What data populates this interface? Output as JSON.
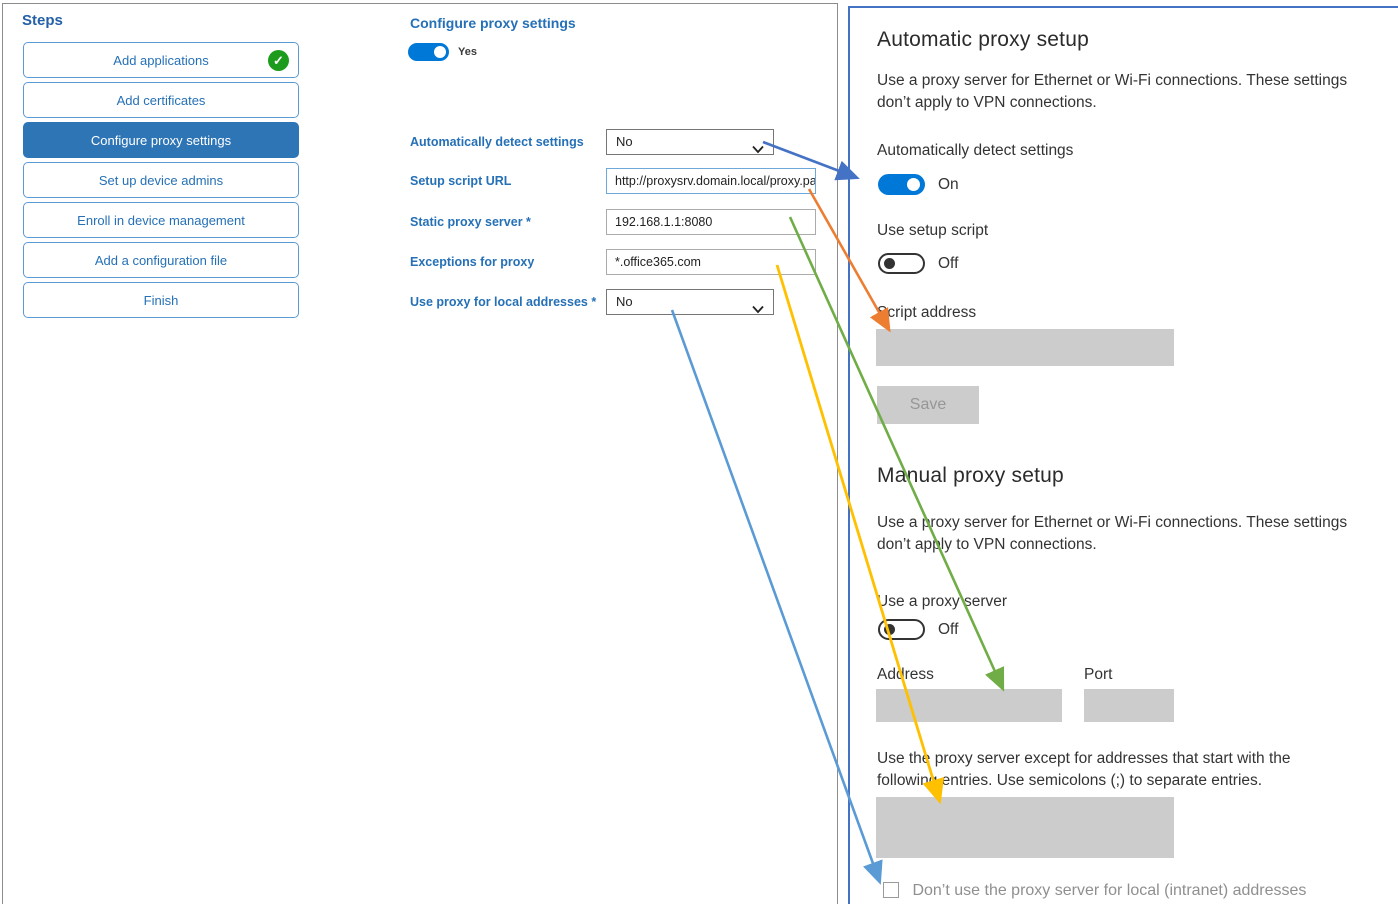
{
  "sidebar": {
    "title": "Steps",
    "items": [
      {
        "label": "Add applications",
        "state": "completed"
      },
      {
        "label": "Add certificates",
        "state": "normal"
      },
      {
        "label": "Configure proxy settings",
        "state": "active"
      },
      {
        "label": "Set up device admins",
        "state": "normal"
      },
      {
        "label": "Enroll in device management",
        "state": "normal"
      },
      {
        "label": "Add a configuration file",
        "state": "normal"
      },
      {
        "label": "Finish",
        "state": "normal"
      }
    ],
    "completed_check_icon": "check-icon"
  },
  "form": {
    "title": "Configure proxy settings",
    "master_toggle": {
      "label": "Yes",
      "state": "on"
    },
    "fields": [
      {
        "label": "Automatically detect settings",
        "type": "select",
        "value": "No"
      },
      {
        "label": "Setup script URL",
        "type": "text",
        "value": "http://proxysrv.domain.local/proxy.pa"
      },
      {
        "label": "Static proxy server *",
        "type": "text",
        "value": "192.168.1.1:8080"
      },
      {
        "label": "Exceptions for proxy",
        "type": "text",
        "value": "*.office365.com"
      },
      {
        "label": "Use proxy for local addresses *",
        "type": "select",
        "value": "No"
      }
    ]
  },
  "settings": {
    "automatic": {
      "heading": "Automatic proxy setup",
      "description": "Use a proxy server for Ethernet or Wi-Fi connections. These settings\ndon’t apply to VPN connections.",
      "auto_detect": {
        "label": "Automatically detect settings",
        "state": "On"
      },
      "use_setup_script": {
        "label": "Use setup script",
        "state": "Off"
      },
      "script_address_label": "Script address",
      "save_label": "Save"
    },
    "manual": {
      "heading": "Manual proxy setup",
      "description": "Use a proxy server for Ethernet or Wi-Fi connections. These settings\ndon’t apply to VPN connections.",
      "use_proxy": {
        "label": "Use a proxy server",
        "state": "Off"
      },
      "address_label": "Address",
      "port_label": "Port",
      "exceptions_note": "Use the proxy server except for addresses that start with the\nfollowing entries. Use semicolons (;) to separate entries.",
      "local_checkbox_label": "Don’t use the proxy server for local (intranet) addresses",
      "local_checkbox_checked": false
    }
  },
  "annotations": {
    "arrows": [
      {
        "name": "arrow-auto-detect",
        "color": "#4472c4",
        "from": "Automatically detect settings dropdown",
        "to": "Automatically detect settings toggle"
      },
      {
        "name": "arrow-setup-script",
        "color": "#ed7d31",
        "from": "Setup script URL field",
        "to": "Script address box"
      },
      {
        "name": "arrow-static-proxy",
        "color": "#70ad47",
        "from": "Static proxy server field",
        "to": "Address box"
      },
      {
        "name": "arrow-exceptions",
        "color": "#ffc000",
        "from": "Exceptions for proxy field",
        "to": "Exceptions entry box"
      },
      {
        "name": "arrow-local-addresses",
        "color": "#5b9bd5",
        "from": "Use proxy for local addresses dropdown",
        "to": "Intranet addresses checkbox"
      }
    ]
  },
  "colors": {
    "accent_blue": "#0078d7",
    "sidebar_active": "#2e75b6",
    "sidebar_border": "#5b9bd5",
    "panel_border": "#4472c4",
    "label_blue": "#2570b6",
    "completed_green": "#1d9b1d",
    "disabled_gray": "#cccccc"
  }
}
